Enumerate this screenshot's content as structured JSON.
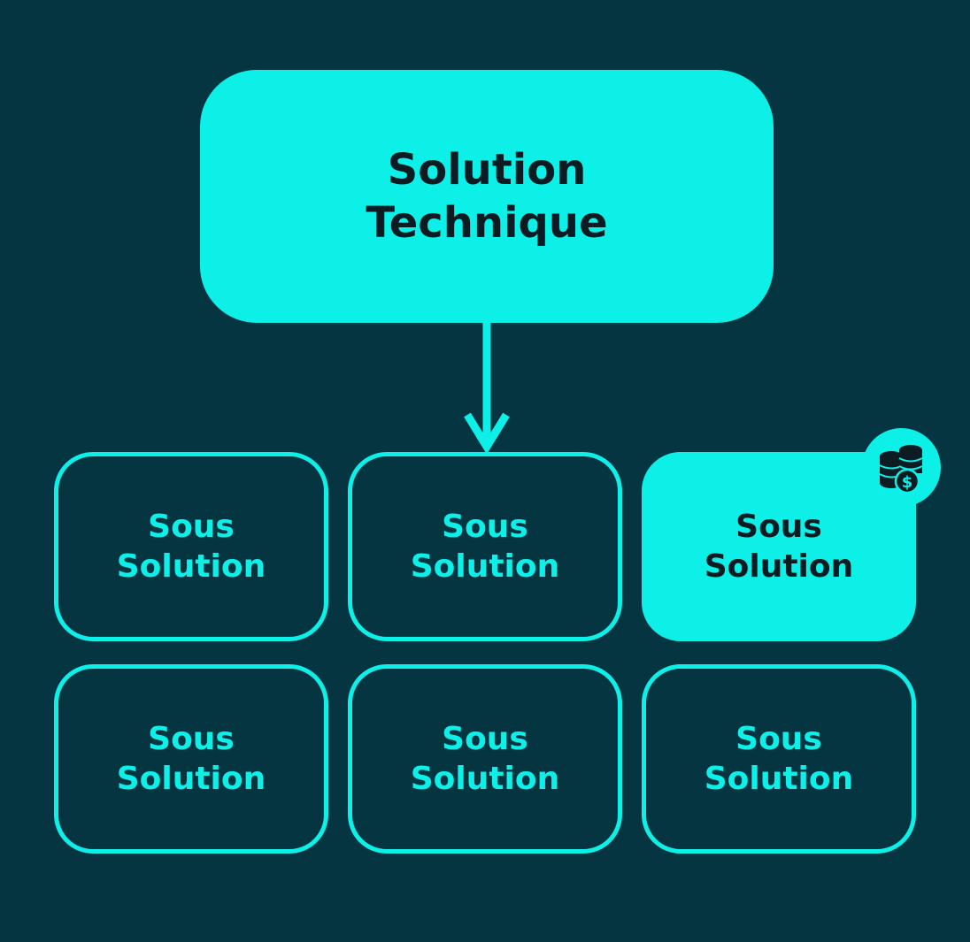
{
  "colors": {
    "background": "#063542",
    "accent": "#0cf0e8",
    "text_dark": "#0c1c22"
  },
  "main": {
    "line1": "Solution",
    "line2": "Technique"
  },
  "sub_solutions": [
    {
      "line1": "Sous",
      "line2": "Solution",
      "highlighted": false
    },
    {
      "line1": "Sous",
      "line2": "Solution",
      "highlighted": false
    },
    {
      "line1": "Sous",
      "line2": "Solution",
      "highlighted": true,
      "badge_icon": "coins-dollar-icon"
    },
    {
      "line1": "Sous",
      "line2": "Solution",
      "highlighted": false
    },
    {
      "line1": "Sous",
      "line2": "Solution",
      "highlighted": false
    },
    {
      "line1": "Sous",
      "line2": "Solution",
      "highlighted": false
    }
  ]
}
